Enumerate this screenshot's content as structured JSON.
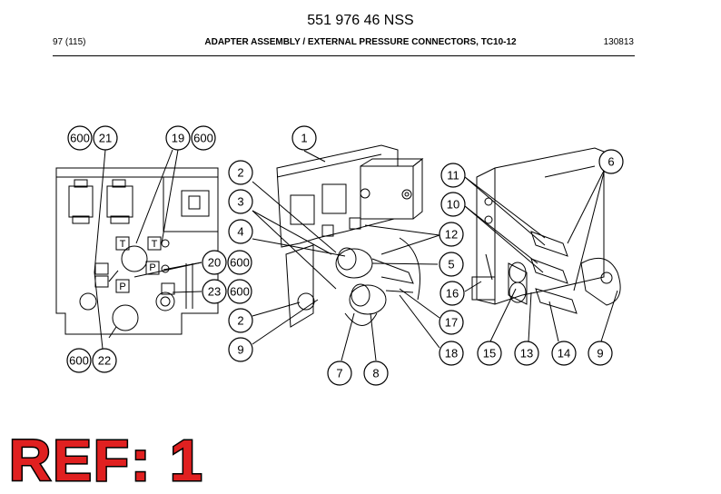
{
  "header": {
    "part_number": "551 976 46 NSS",
    "page": "97 (115)",
    "title": "ADAPTER ASSEMBLY / EXTERNAL PRESSURE CONNECTORS, TC10-12",
    "date_code": "130813"
  },
  "panel_labels": {
    "t": "T",
    "p": "P"
  },
  "callouts": [
    {
      "id": "c600a",
      "label": "600"
    },
    {
      "id": "c21",
      "label": "21"
    },
    {
      "id": "c19",
      "label": "19"
    },
    {
      "id": "c600b",
      "label": "600"
    },
    {
      "id": "c20",
      "label": "20"
    },
    {
      "id": "c600c",
      "label": "600"
    },
    {
      "id": "c23",
      "label": "23"
    },
    {
      "id": "c600d",
      "label": "600"
    },
    {
      "id": "c600e",
      "label": "600"
    },
    {
      "id": "c22",
      "label": "22"
    },
    {
      "id": "c1",
      "label": "1"
    },
    {
      "id": "c2a",
      "label": "2"
    },
    {
      "id": "c3",
      "label": "3"
    },
    {
      "id": "c4",
      "label": "4"
    },
    {
      "id": "c2b",
      "label": "2"
    },
    {
      "id": "c9a",
      "label": "9"
    },
    {
      "id": "c7",
      "label": "7"
    },
    {
      "id": "c8",
      "label": "8"
    },
    {
      "id": "c12",
      "label": "12"
    },
    {
      "id": "c5",
      "label": "5"
    },
    {
      "id": "c17",
      "label": "17"
    },
    {
      "id": "c18",
      "label": "18"
    },
    {
      "id": "c11",
      "label": "11"
    },
    {
      "id": "c10",
      "label": "10"
    },
    {
      "id": "c6",
      "label": "6"
    },
    {
      "id": "c16",
      "label": "16"
    },
    {
      "id": "c15",
      "label": "15"
    },
    {
      "id": "c13",
      "label": "13"
    },
    {
      "id": "c14",
      "label": "14"
    },
    {
      "id": "c9b",
      "label": "9"
    }
  ],
  "reference": "REF: 1"
}
